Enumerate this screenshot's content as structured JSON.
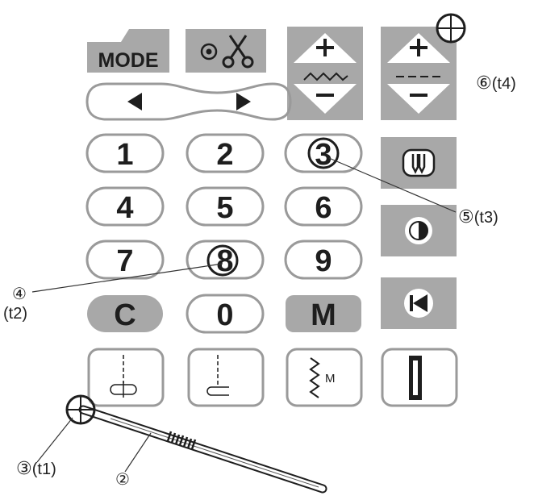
{
  "keypad": {
    "mode_label": "MODE",
    "digits": [
      "1",
      "2",
      "3",
      "4",
      "5",
      "6",
      "7",
      "8",
      "9",
      "0"
    ],
    "clear_label": "C",
    "memory_label": "M",
    "stitch_m_label": "M"
  },
  "callouts": {
    "c6": {
      "num": "⑥",
      "tag": "(t4)"
    },
    "c5": {
      "num": "⑤",
      "tag": "(t3)"
    },
    "c4": {
      "num": "④",
      "tag": "(t2)"
    },
    "c3": {
      "num": "③",
      "tag": "(t1)"
    },
    "c2": {
      "num": "②"
    }
  },
  "colors": {
    "key_gray": "#a8a8a8",
    "key_white": "#ffffff",
    "outline": "#9a9a9a",
    "ink": "#1e1e1e"
  },
  "icons": [
    "scissors-icon",
    "needle-position-icon",
    "left-arrow-icon",
    "right-arrow-icon",
    "plus-icon",
    "minus-icon",
    "stitch-width-icon",
    "stitch-length-icon",
    "twin-needle-icon",
    "mirror-image-icon",
    "restart-icon",
    "buttonhole-icon",
    "zigzag-icon",
    "bar-icon",
    "stylus-icon",
    "touch-circle-icon"
  ]
}
